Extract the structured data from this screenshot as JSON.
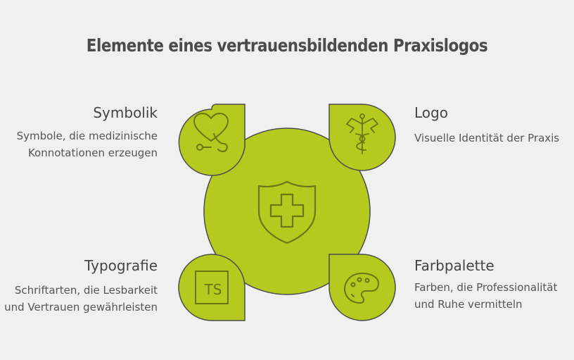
{
  "title": "Elemente eines vertrauensbildenden Praxislogos",
  "colors": {
    "background": "#f0f0f0",
    "fill": "#b5c91f",
    "stroke": "#4d4d4d",
    "icon": "#6b7515"
  },
  "center": {
    "icon": "shield-cross-icon"
  },
  "items": [
    {
      "title": "Symbolik",
      "description_lines": [
        "Symbole, die medizinische",
        "Konnotationen erzeugen"
      ],
      "icon": "stethoscope-heart-icon"
    },
    {
      "title": "Logo",
      "description_lines": [
        "Visuelle Identität der Praxis"
      ],
      "icon": "caduceus-icon"
    },
    {
      "title": "Typografie",
      "description_lines": [
        "Schriftarten, die Lesbarkeit",
        "und Vertrauen gewährleisten"
      ],
      "icon": "typescript-ts-icon",
      "icon_text": "TS"
    },
    {
      "title": "Farbpalette",
      "description_lines": [
        "Farben, die Professionalität",
        "und Ruhe vermitteln"
      ],
      "icon": "palette-icon"
    }
  ]
}
